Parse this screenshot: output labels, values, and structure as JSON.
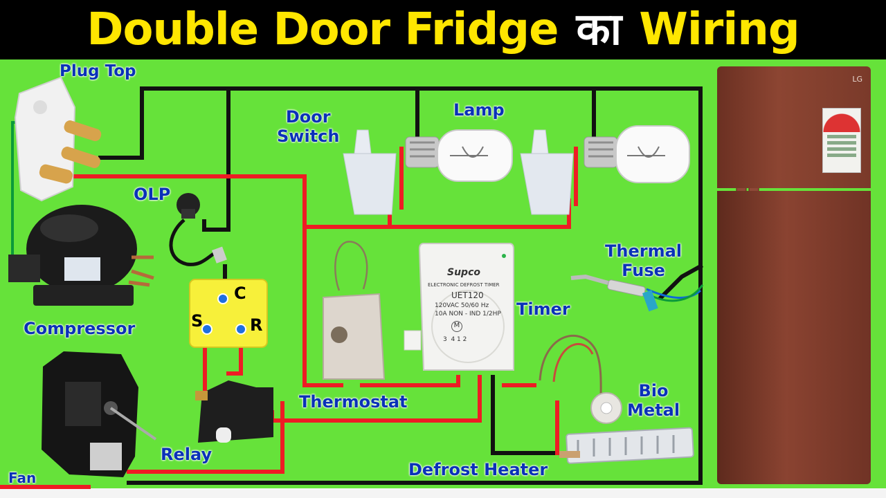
{
  "title": {
    "part1": "Double Door Fridge",
    "part2": "का",
    "part3": "Wiring"
  },
  "labels": {
    "plug_top": "Plug Top",
    "door_switch": "Door\nSwitch",
    "lamp": "Lamp",
    "olp": "OLP",
    "compressor": "Compressor",
    "thermal_fuse": "Thermal\nFuse",
    "timer": "Timer",
    "thermostat": "Thermostat",
    "bio_metal": "Bio\nMetal",
    "relay": "Relay",
    "fan": "Fan",
    "defrost_heater": "Defrost Heater"
  },
  "relay_terminals": {
    "c": "C",
    "s": "S",
    "r": "R"
  },
  "timer_device": {
    "brand": "Supco",
    "line1": "ELECTRONIC DEFROST TIMER",
    "model": "UET120",
    "line2": "120VAC 50/60 Hz",
    "line3": "10A NON - IND 1/2HP",
    "motor": "M",
    "pins": "3  4 1 2"
  },
  "fridge_brand": "LG",
  "colors": {
    "background": "#66e23a",
    "title_yellow": "#ffe600",
    "label_blue": "#0a31b8",
    "wire_black": "#111111",
    "wire_red": "#ee1c24",
    "wire_green_earth": "#0b9a3a",
    "relay_box": "#f7f03a"
  },
  "icons": [
    "plug-top-icon",
    "door-switch-icon",
    "lamp-icon",
    "olp-icon",
    "compressor-icon",
    "relay-icon",
    "thermostat-icon",
    "timer-icon",
    "thermal-fuse-icon",
    "bio-metal-icon",
    "defrost-heater-icon",
    "fan-motor-icon",
    "fridge-icon"
  ]
}
